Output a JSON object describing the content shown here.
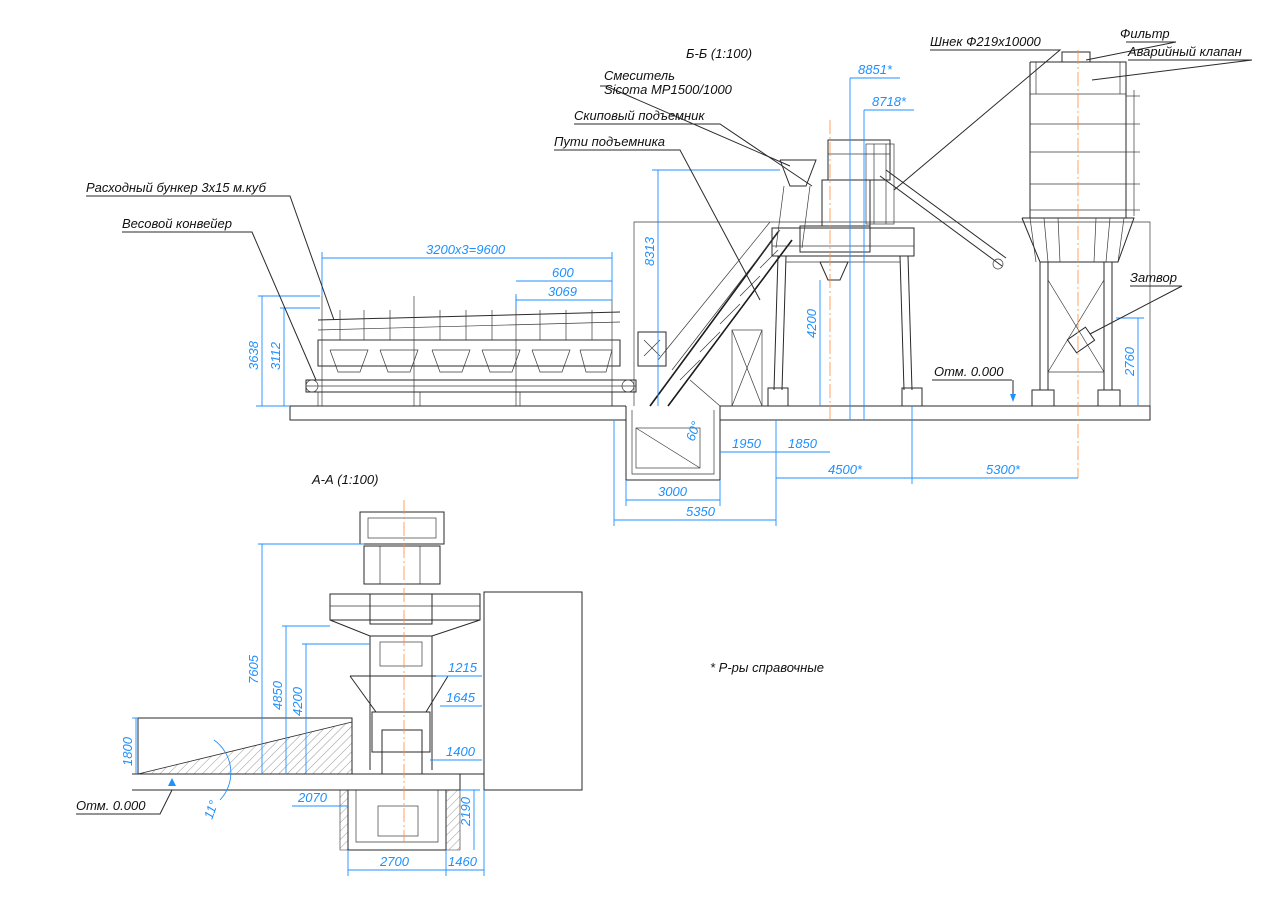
{
  "views": {
    "side_title": "Б-Б (1:100)",
    "front_title": "А-А (1:100)"
  },
  "labels": {
    "mixer_line1": "Смеситель",
    "mixer_line2": "Sicoma MP1500/1000",
    "skip_lift": "Скиповый подъемник",
    "lift_rails": "Пути подъемника",
    "hopper": "Расходный бункер 3х15 м.куб",
    "weigh_conveyor": "Весовой конвейер",
    "screw": "Шнек Ф219х10000",
    "filter": "Фильтр",
    "emergency_valve": "Аварийный клапан",
    "gate": "Затвор",
    "level_side": "Отм. 0.000",
    "level_front": "Отм. 0.000",
    "note": "* Р-ры справочные"
  },
  "dimensions": {
    "d_3200x3": "3200х3=9600",
    "d_600": "600",
    "d_3069": "3069",
    "d_3638": "3638",
    "d_3112": "3112",
    "d_8313": "8313",
    "d_8851": "8851*",
    "d_8718": "8718*",
    "d_4200_side": "4200",
    "d_2760": "2760",
    "d_1950": "1950",
    "d_1850": "1850",
    "d_4500": "4500*",
    "d_5300": "5300*",
    "d_3000": "3000",
    "d_5350": "5350",
    "d_60": "60°",
    "d_7605": "7605",
    "d_4850": "4850",
    "d_4200_front": "4200",
    "d_1215": "1215",
    "d_1645": "1645",
    "d_1400": "1400",
    "d_1800": "1800",
    "d_2070": "2070",
    "d_2190": "2190",
    "d_2700": "2700",
    "d_1460": "1460",
    "d_11": "11°"
  },
  "colors": {
    "dimension": "#1e90ff",
    "lines": "#2a2a2a",
    "axis": "#ff8c3a"
  }
}
